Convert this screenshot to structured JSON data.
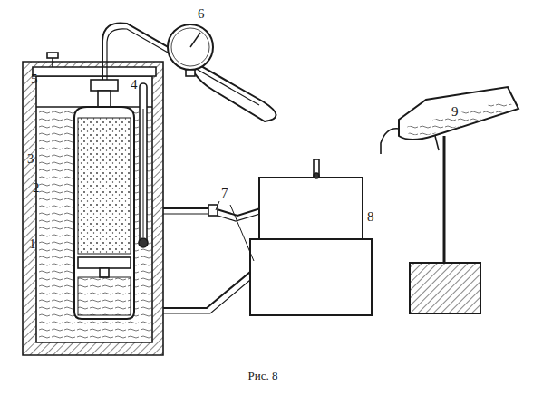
{
  "diagram": {
    "caption": "Рис. 8",
    "labels": [
      "1",
      "2",
      "3",
      "4",
      "5",
      "6",
      "7",
      "8",
      "9"
    ]
  }
}
